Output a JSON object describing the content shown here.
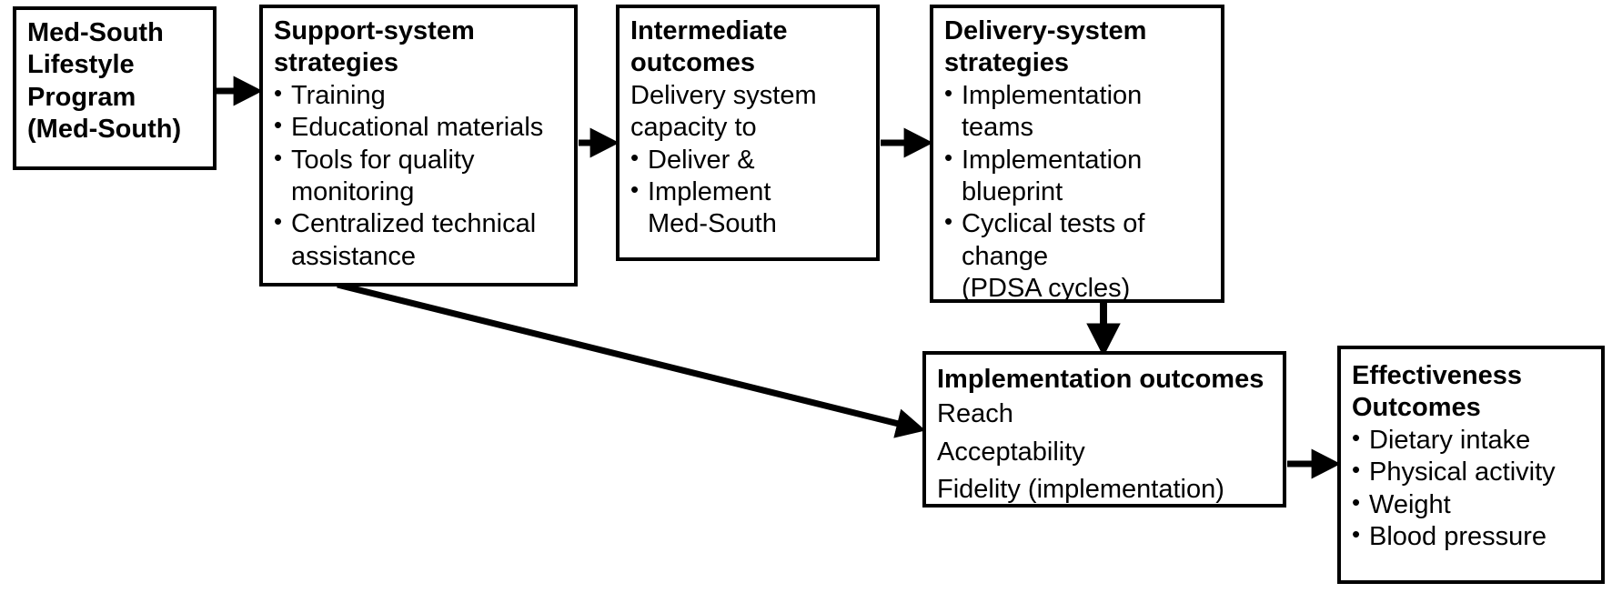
{
  "diagram": {
    "title": "Med-South Lifestyle Program implementation logic model",
    "background_color": "#ffffff",
    "line_color": "#000000",
    "nodes": {
      "med_south": {
        "title": "Med-South\nLifestyle\nProgram\n(Med-South)"
      },
      "support_system": {
        "title": "Support-system\nstrategies",
        "items": [
          "Training",
          "Educational materials",
          "Tools for quality\nmonitoring",
          "Centralized technical\nassistance"
        ]
      },
      "intermediate_outcomes": {
        "title": "Intermediate\noutcomes",
        "lead": "Delivery system\ncapacity to",
        "items": [
          "Deliver &",
          "Implement\n Med-South"
        ]
      },
      "delivery_system": {
        "title": "Delivery-system\nstrategies",
        "items": [
          "Implementation teams",
          "Implementation\nblueprint",
          "Cyclical tests of change\n(PDSA cycles)"
        ]
      },
      "implementation_outcomes": {
        "title": "Implementation outcomes",
        "items": [
          "Reach",
          "Acceptability",
          "Fidelity (implementation)"
        ]
      },
      "effectiveness_outcomes": {
        "title": "Effectiveness\nOutcomes",
        "items": [
          "Dietary intake",
          "Physical activity",
          "Weight",
          "Blood pressure"
        ]
      }
    },
    "edges": [
      {
        "name": "med-south-to-support",
        "from": "med_south",
        "to": "support_system",
        "style": "straight-horizontal"
      },
      {
        "name": "support-to-intermediate",
        "from": "support_system",
        "to": "intermediate_outcomes",
        "style": "straight-horizontal"
      },
      {
        "name": "intermediate-to-delivery",
        "from": "intermediate_outcomes",
        "to": "delivery_system",
        "style": "straight-horizontal"
      },
      {
        "name": "delivery-to-implementation",
        "from": "delivery_system",
        "to": "implementation_outcomes",
        "style": "straight-vertical"
      },
      {
        "name": "support-to-implementation",
        "from": "support_system",
        "to": "implementation_outcomes",
        "style": "diagonal"
      },
      {
        "name": "implementation-to-effectiveness",
        "from": "implementation_outcomes",
        "to": "effectiveness_outcomes",
        "style": "straight-horizontal"
      }
    ]
  }
}
